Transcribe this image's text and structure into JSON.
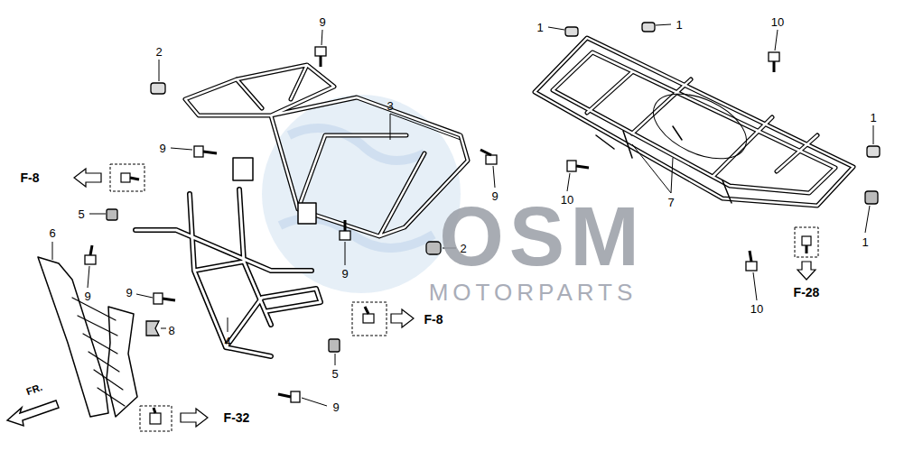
{
  "diagram": {
    "labels": [
      "9",
      "2",
      "1",
      "1",
      "10",
      "3",
      "1",
      "9",
      "F-8",
      "9",
      "10",
      "7",
      "5",
      "6",
      "2",
      "1",
      "9",
      "9",
      "9",
      "F-28",
      "MOTORPARTS",
      "F-8",
      "10",
      "8",
      "4",
      "5",
      "FR.",
      "9",
      "F-32",
      "OSM"
    ]
  }
}
